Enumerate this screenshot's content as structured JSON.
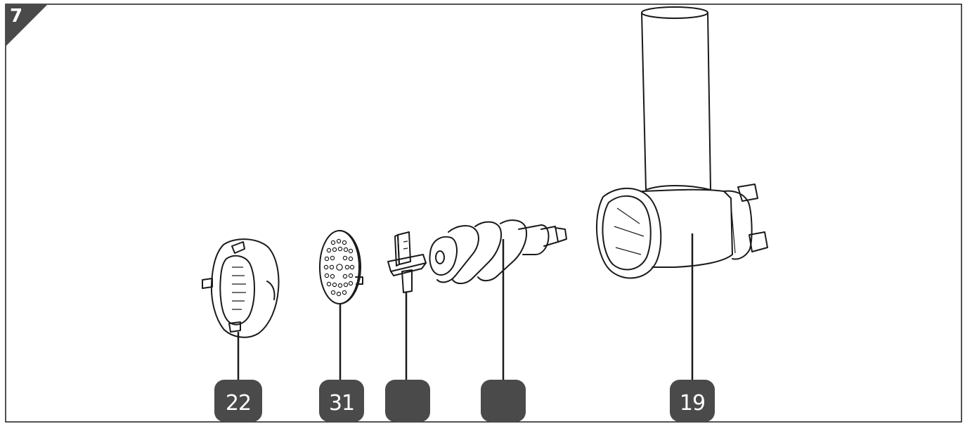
{
  "figure": {
    "step_number": "7",
    "colors": {
      "badge": "#4a4a4a",
      "line": "#1a1a1a",
      "background": "#ffffff"
    },
    "callouts": [
      {
        "id": "locking-ring",
        "label": "22"
      },
      {
        "id": "perforated-disc",
        "label": "31"
      },
      {
        "id": "cutting-blade",
        "label": ""
      },
      {
        "id": "feed-screw",
        "label": ""
      },
      {
        "id": "grinder-housing",
        "label": "19"
      }
    ]
  }
}
